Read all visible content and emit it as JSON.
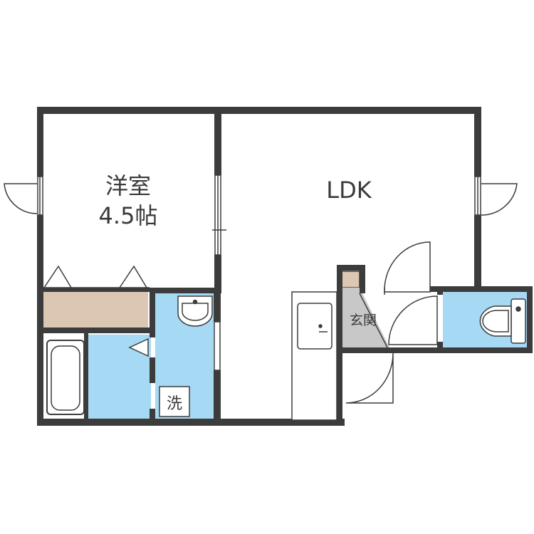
{
  "rooms": {
    "western_room": {
      "name": "洋室",
      "size": "4.5帖"
    },
    "ldk": {
      "name": "LDK"
    },
    "genkan": {
      "name": "玄関"
    },
    "washer": {
      "name": "洗"
    }
  },
  "colors": {
    "wall": "#3c3c3c",
    "water_area": "#a6d9f3",
    "storage": "#dcc7b2",
    "entry_floor": "#c8c8c8",
    "background": "#ffffff"
  }
}
